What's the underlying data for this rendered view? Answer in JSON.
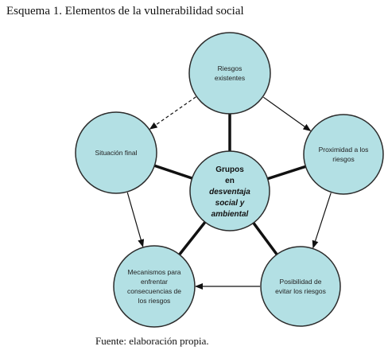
{
  "title": "Esquema 1. Elementos de la vulnerabilidad social",
  "source": "Fuente: elaboración propia.",
  "colors": {
    "node_fill": "#b3e0e4",
    "node_stroke": "#2b2b2b",
    "line": "#111111"
  },
  "center": {
    "lines": [
      "Grupos",
      "en",
      "desventaja",
      "social y",
      "ambiental"
    ],
    "italic_from": 2
  },
  "nodes": [
    {
      "id": "riesgos",
      "lines": [
        "Riesgos",
        "existentes"
      ]
    },
    {
      "id": "proximidad",
      "lines": [
        "Proximidad a los",
        "riesgos"
      ]
    },
    {
      "id": "posibilidad",
      "lines": [
        "Posibilidad de",
        "evitar los riesgos"
      ]
    },
    {
      "id": "mecanismos",
      "lines": [
        "Mecanismos para",
        "enfrentar",
        "consecuencias de",
        "los riesgos"
      ]
    },
    {
      "id": "situacion",
      "lines": [
        "Situación final"
      ]
    }
  ],
  "flows": [
    {
      "from": "riesgos",
      "to": "proximidad",
      "style": "solid"
    },
    {
      "from": "proximidad",
      "to": "posibilidad",
      "style": "solid"
    },
    {
      "from": "posibilidad",
      "to": "mecanismos",
      "style": "solid"
    },
    {
      "from": "situacion",
      "to": "mecanismos",
      "style": "solid"
    },
    {
      "from": "riesgos",
      "to": "situacion",
      "style": "dashed"
    }
  ]
}
